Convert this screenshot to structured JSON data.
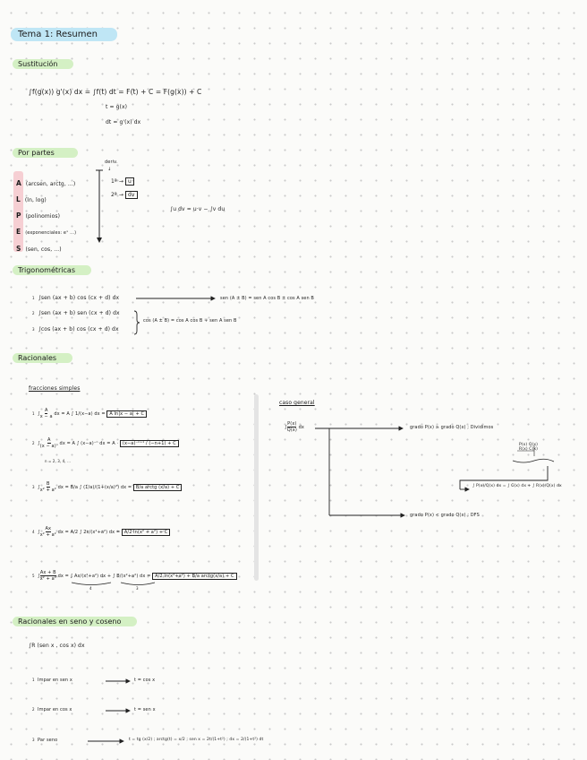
{
  "title": "Tema 1: Resumen",
  "sustitucion": {
    "heading": "Sustitución",
    "formula": "∫f(g(x)) g'(x) dx  =  ∫f(t) dt  =  F(t) + C  =  F(g(x)) + C",
    "t_def": "t = g(x)",
    "dt_def": "dt = g'(x) dx"
  },
  "partes": {
    "heading": "Por partes",
    "alpes": [
      {
        "letter": "A",
        "text": "(arcsen, arctg, ...)"
      },
      {
        "letter": "L",
        "text": "(ln, log)"
      },
      {
        "letter": "P",
        "text": "(polinomios)"
      },
      {
        "letter": "E",
        "text": "(exponenciales: eˣ ...)"
      },
      {
        "letter": "S",
        "text": "(sen, cos, ...)"
      }
    ],
    "deriv_label": "deriv.",
    "arrow_down": "↓",
    "row1_left": "1ª",
    "row1_box": "u",
    "row2_left": "2ª",
    "row2_box": "dv",
    "formula": "∫u dv  =  u·v − ∫v du"
  },
  "trig": {
    "heading": "Trigonométricas",
    "items": [
      {
        "bullet": "1",
        "text": "∫sen (ax + b) cos (cx + d) dx"
      },
      {
        "bullet": "2",
        "text": "∫sen (ax + b) sen (cx + d) dx"
      },
      {
        "bullet": "3",
        "text": "∫cos (ax + b) cos (cx + d) dx"
      }
    ],
    "result1": "sen (A ± B) = sen A cos B ± cos A sen B",
    "result23": "cos (A ± B) = cos A cos B ∓ sen A sen B"
  },
  "racionales": {
    "heading": "Racionales",
    "simple_heading": "fracciones simples",
    "general_heading": "caso general",
    "items": [
      {
        "bullet": "1",
        "num": "A",
        "den": "x − a",
        "rest": "dx = A ∫ 1/(x−a) dx =",
        "boxed": "A ln|x − a| + C"
      },
      {
        "bullet": "2",
        "num": "A",
        "den": "(x − a)ⁿ",
        "rest": "dx = A ∫ (x−a)⁻ⁿ dx = A ·",
        "boxed": "(x−a)⁻ⁿ⁺¹ / (−n+1) + C"
      },
      {
        "bullet": "3",
        "num": "B",
        "den": "x² + a²",
        "rest": "dx = B/a ∫ (1/a)/(1+(x/a)²) dx =",
        "boxed": "B/a arctg (x/a) + C"
      },
      {
        "bullet": "4",
        "num": "Ax",
        "den": "x² + a²",
        "rest": "dx = A/2 ∫ 2x/(x²+a²) dx =",
        "boxed": "A/2 ln(x² + a²) + C"
      },
      {
        "bullet": "5",
        "num": "Ax + B",
        "den": "x² + a²",
        "rest": "dx = ∫ Ax/(x²+a²) dx + ∫ B/(x²+a²) dx =",
        "boxed": "A/2 ln(x²+a²) + B/a arctg(x/a) + C"
      }
    ],
    "n_note": "n = 2, 3, 4, ...",
    "label4": "4",
    "label3": "3",
    "general_num": "P(x)",
    "general_den": "Q(x)",
    "general_tail": "dx",
    "case1": "grado  P(x) ≥ grado  Q(x)  ;  Dividimos",
    "div_num": "P(x)",
    "div_den": "Q(x)",
    "div_rest": "R(x)",
    "div_coc": "C(x)",
    "result_case1": "∫ P(x)/Q(x) dx = ∫ C(x) dx + ∫ R(x)/Q(x) dx",
    "case2": "grado  P(x) < grado  Q(x)  ;  DFS"
  },
  "senocoseno": {
    "heading": "Racionales en seno y coseno",
    "integral": "∫R (sen x , cos x) dx",
    "items": [
      {
        "bullet": "1",
        "cond": "Impar en  sen x",
        "result": "t = cos x"
      },
      {
        "bullet": "2",
        "cond": "Impar en  cos x",
        "result": "t = sen x"
      },
      {
        "bullet": "3",
        "cond": "Par      seno",
        "result": "t = tg (x/2)  ;  arctg(t) = x/2  ;  sen x = 2t/(1+t²)  ;  dx = 2/(1+t²) dt"
      }
    ]
  }
}
